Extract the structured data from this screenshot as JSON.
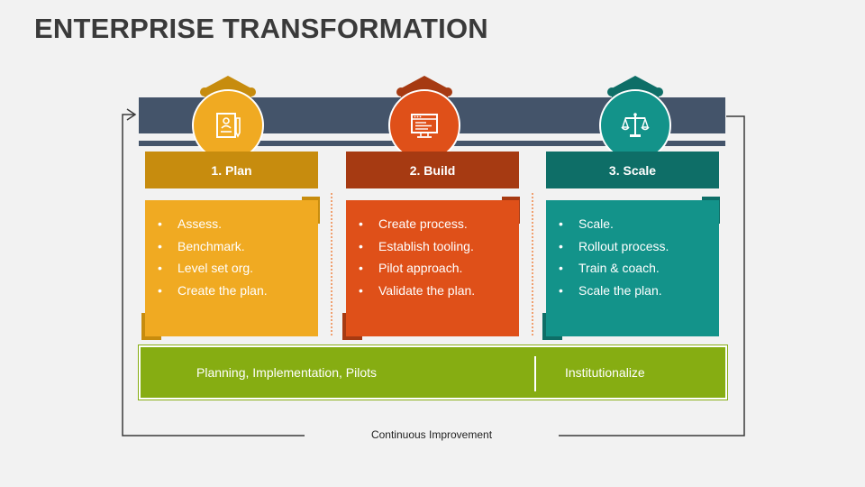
{
  "title": "ENTERPRISE TRANSFORMATION",
  "colors": {
    "bar": "#44546a",
    "plan": "#f0aa22",
    "plan_header": "#c78c0e",
    "build": "#df5019",
    "build_header": "#a63a12",
    "scale": "#13938a",
    "scale_header": "#0e6e67",
    "footer_bar": "#86ad12"
  },
  "phases": [
    {
      "header": "1. Plan",
      "icon": "document-icon",
      "bullets": [
        "Assess.",
        "Benchmark.",
        "Level set org.",
        "Create the plan."
      ]
    },
    {
      "header": "2. Build",
      "icon": "browser-code-icon",
      "bullets": [
        "Create process.",
        "Establish tooling.",
        "Pilot approach.",
        "Validate the plan."
      ]
    },
    {
      "header": "3. Scale",
      "icon": "balance-scale-icon",
      "bullets": [
        "Scale.",
        "Rollout process.",
        "Train & coach.",
        "Scale the plan."
      ]
    }
  ],
  "bullet_symbol": "•",
  "footer": {
    "left": "Planning, Implementation, Pilots",
    "right": "Institutionalize"
  },
  "loop_label": "Continuous Improvement"
}
